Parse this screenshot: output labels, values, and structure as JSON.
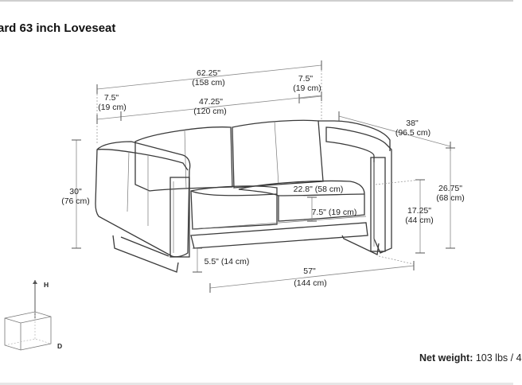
{
  "title": "ard 63 inch Loveseat",
  "dimensions": {
    "overall_width": {
      "in": "62.25\"",
      "cm": "(158 cm)"
    },
    "arm_width_right": {
      "in": "7.5\"",
      "cm": "(19 cm)"
    },
    "arm_width_left": {
      "in": "7.5\"",
      "cm": "(19 cm)"
    },
    "inner_width": {
      "in": "47.25\"",
      "cm": "(120 cm)"
    },
    "overall_depth": {
      "in": "38\"",
      "cm": "(96.5 cm)"
    },
    "overall_height": {
      "in": "30\"",
      "cm": "(76 cm)"
    },
    "seat_depth": "22.8\" (58 cm)",
    "cushion_thickness": "7.5\" (19 cm)",
    "arm_height": {
      "in": "26.75\"",
      "cm": "(68 cm)"
    },
    "seat_height": {
      "in": "17.25\"",
      "cm": "(44 cm)"
    },
    "leg_clearance": "5.5\" (14 cm)",
    "base_width": {
      "in": "57\"",
      "cm": "(144 cm)"
    }
  },
  "axis_labels": {
    "height": "H",
    "depth": "D"
  },
  "net_weight": {
    "label": "Net weight:",
    "value": "103 lbs / 4"
  }
}
